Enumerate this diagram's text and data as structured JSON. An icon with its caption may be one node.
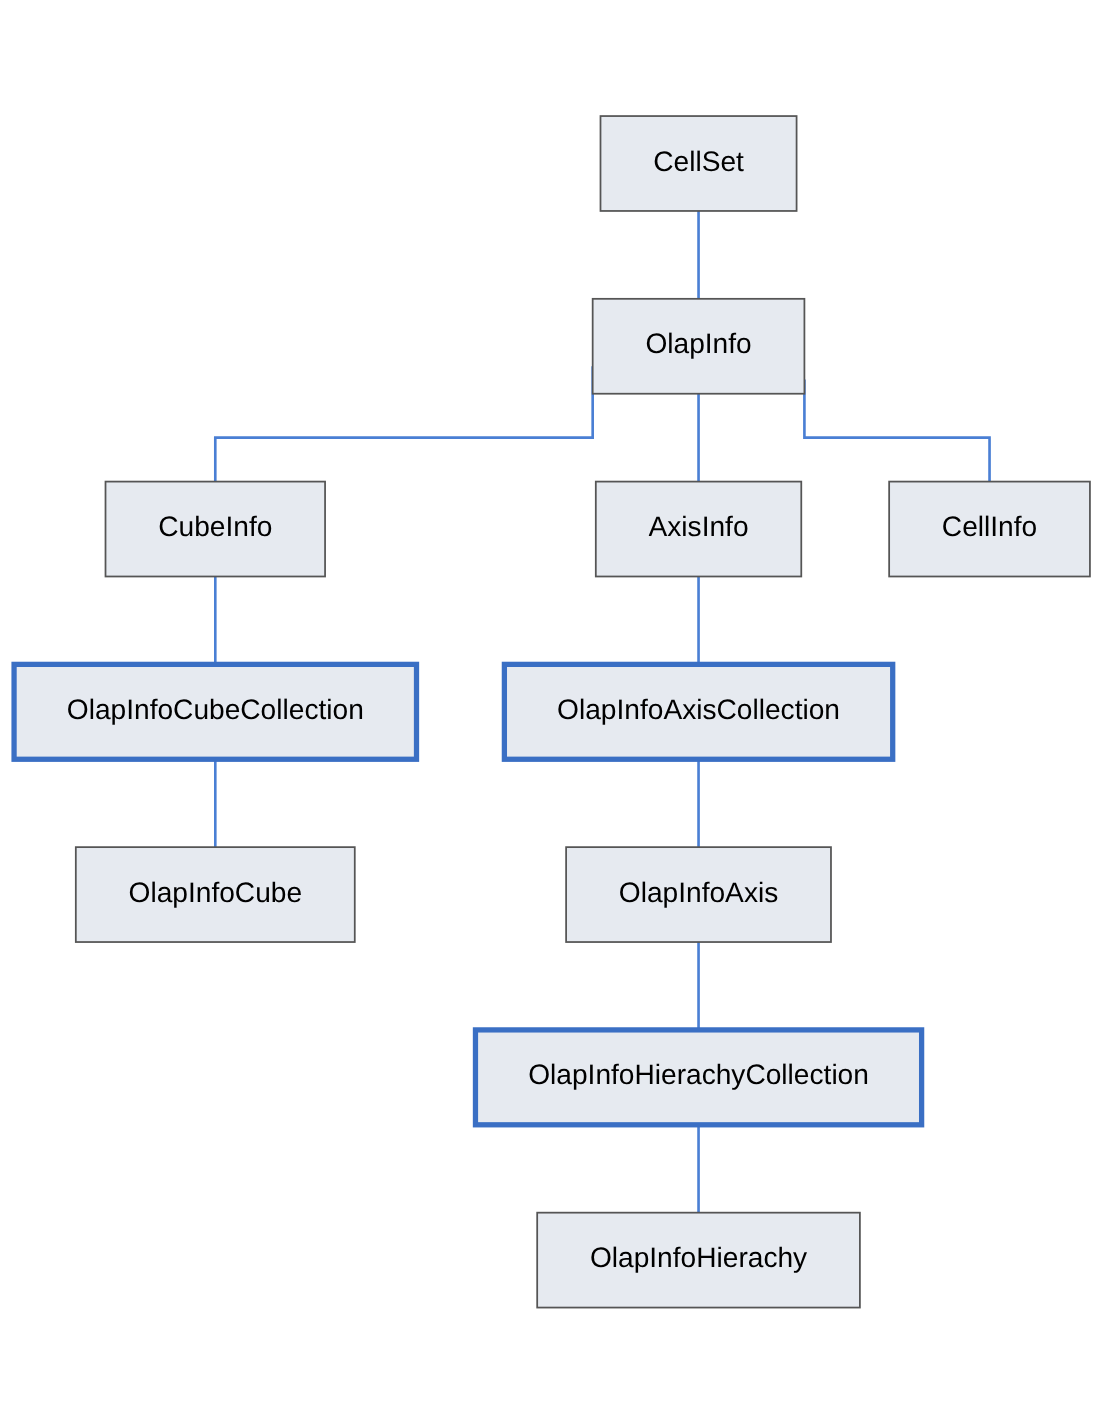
{
  "diagram": {
    "nodes": [
      {
        "text": [
          "CellSet"
        ]
      },
      {
        "text": [
          "OlapInfo"
        ]
      },
      {
        "text": [
          "CubeInfo"
        ]
      },
      {
        "text": [
          "OlapInfoCubeCollection"
        ]
      },
      {
        "text": [
          "OlapInfoCube"
        ]
      },
      {
        "text": [
          "AxisInfo"
        ]
      },
      {
        "text": [
          "OlapInfoAxisCollection"
        ]
      },
      {
        "text": [
          "OlapInfoAxis"
        ]
      },
      {
        "text": [
          "OlapInfoHierachyCollection"
        ]
      },
      {
        "text": [
          "OlapInfoHierachy"
        ]
      },
      {
        "text": [
          "CellInfo"
        ]
      }
    ],
    "edges": [
      {
        "from": 0,
        "to": 1,
        "arrow": "none"
      },
      {
        "from": 1,
        "to": 2,
        "arrow": "none"
      },
      {
        "from": 2,
        "to": 3,
        "arrow": "none"
      },
      {
        "from": 3,
        "to": 4,
        "arrow": "none"
      },
      {
        "from": 1,
        "to": 5,
        "arrow": "none"
      },
      {
        "from": 5,
        "to": 6,
        "arrow": "none"
      },
      {
        "from": 6,
        "to": 7,
        "arrow": "none"
      },
      {
        "from": 7,
        "to": 8,
        "arrow": "none"
      },
      {
        "from": 8,
        "to": 9,
        "arrow": "none"
      },
      {
        "from": 1,
        "to": 10,
        "arrow": "none"
      }
    ]
  }
}
